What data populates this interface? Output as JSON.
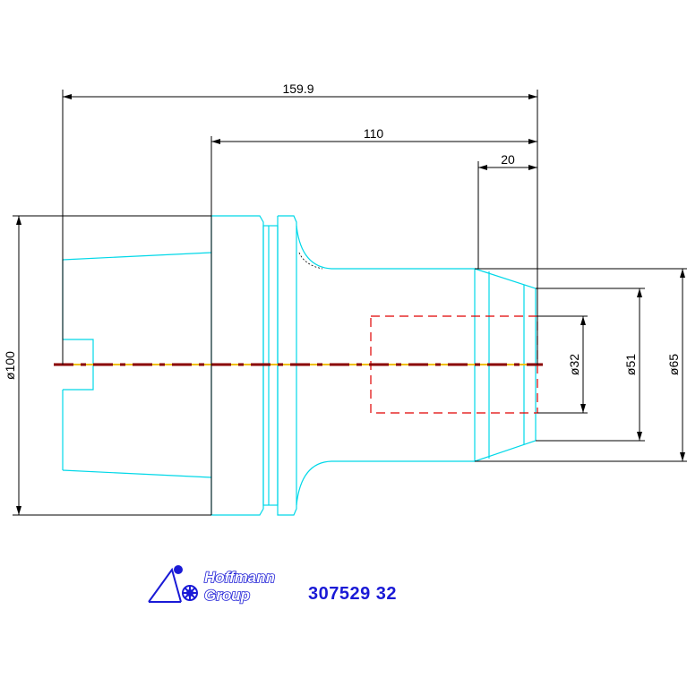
{
  "dimensions": {
    "overall_length": "159.9",
    "body_length": "110",
    "nose_length": "20",
    "flange_diameter": "ø100",
    "bore_diameter": "ø32",
    "nose_diameter": "ø51",
    "shank_diameter": "ø65"
  },
  "logo": {
    "line1": "Hoffmann",
    "line2": "Group"
  },
  "part_number": "307529 32",
  "colors": {
    "outline": "#00d8e8",
    "dimension": "#000000",
    "hidden": "#e00000",
    "centerline_a": "#f0c000",
    "centerline_b": "#8a0000",
    "brand": "#1a1ad6"
  }
}
